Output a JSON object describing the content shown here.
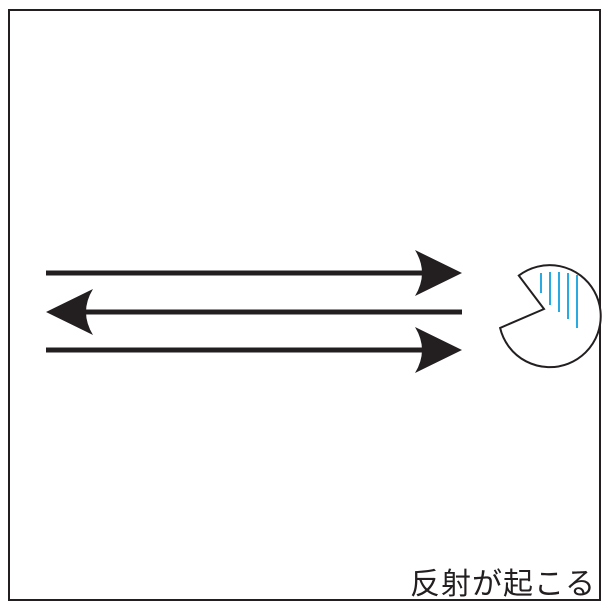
{
  "caption": "反射が起こる",
  "colors": {
    "stroke": "#231f20",
    "hatch": "#29abe2",
    "background": "#ffffff"
  },
  "arrows": [
    {
      "direction": "right"
    },
    {
      "direction": "left"
    },
    {
      "direction": "right"
    }
  ],
  "icon": "notched-circle-with-hatching"
}
